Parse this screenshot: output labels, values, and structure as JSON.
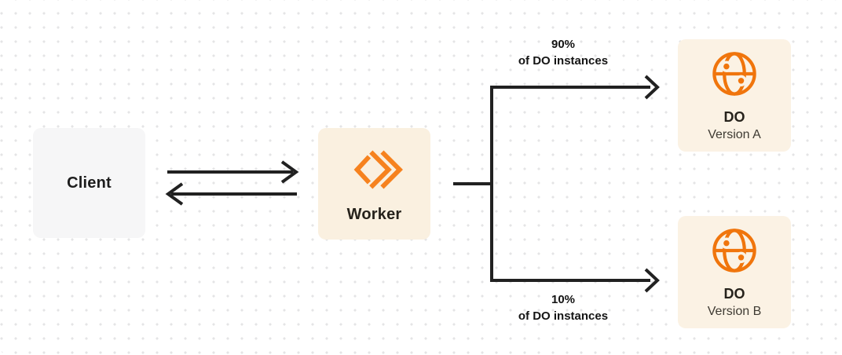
{
  "nodes": {
    "client": {
      "label": "Client"
    },
    "worker": {
      "label": "Worker",
      "icon": "workers-chevrons-icon"
    },
    "do_version_a": {
      "label": "DO",
      "version": "Version A",
      "icon": "globe-icon"
    },
    "do_version_b": {
      "label": "DO",
      "version": "Version B",
      "icon": "globe-icon"
    }
  },
  "branches": {
    "top": {
      "percent": "90%",
      "caption": "of DO instances"
    },
    "bottom": {
      "percent": "10%",
      "caption": "of DO instances"
    }
  },
  "colors": {
    "workers_orange": "#F6821F",
    "globe_orange": "#F0750C",
    "line": "#212121",
    "worker_bg": "#FAF0E0",
    "do_bg": "#FBF2E4",
    "client_bg": "#F6F6F7",
    "dot_grid": "#E4E4E6",
    "text_dark": "#1D1D1D"
  }
}
